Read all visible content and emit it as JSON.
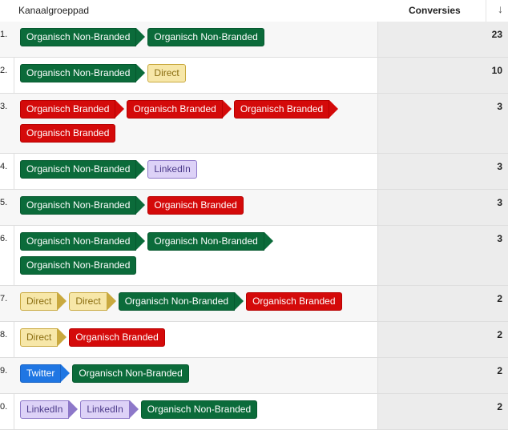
{
  "header": {
    "path_label": "Kanaalgroeppad",
    "conversions_label": "Conversies",
    "sort_icon": "arrow-down-icon"
  },
  "colors": {
    "non_branded": "#0b6b3a",
    "branded": "#d40a0a",
    "direct": "#f7e7a8",
    "linkedin": "#ddd2f7",
    "twitter": "#1f76e3"
  },
  "rows": [
    {
      "index": "1.",
      "conversions": "23",
      "steps": [
        {
          "label": "Organisch Non-Branded",
          "kind": "nb"
        },
        {
          "label": "Organisch Non-Branded",
          "kind": "nb"
        }
      ]
    },
    {
      "index": "2.",
      "conversions": "10",
      "steps": [
        {
          "label": "Organisch Non-Branded",
          "kind": "nb"
        },
        {
          "label": "Direct",
          "kind": "d"
        }
      ]
    },
    {
      "index": "3.",
      "conversions": "3",
      "steps": [
        {
          "label": "Organisch Branded",
          "kind": "b"
        },
        {
          "label": "Organisch Branded",
          "kind": "b"
        },
        {
          "label": "Organisch Branded",
          "kind": "b"
        },
        {
          "label": "Organisch Branded",
          "kind": "b"
        }
      ]
    },
    {
      "index": "4.",
      "conversions": "3",
      "steps": [
        {
          "label": "Organisch Non-Branded",
          "kind": "nb"
        },
        {
          "label": "LinkedIn",
          "kind": "l"
        }
      ]
    },
    {
      "index": "5.",
      "conversions": "3",
      "steps": [
        {
          "label": "Organisch Non-Branded",
          "kind": "nb"
        },
        {
          "label": "Organisch Branded",
          "kind": "b"
        }
      ]
    },
    {
      "index": "6.",
      "conversions": "3",
      "steps": [
        {
          "label": "Organisch Non-Branded",
          "kind": "nb"
        },
        {
          "label": "Organisch Non-Branded",
          "kind": "nb"
        },
        {
          "label": "Organisch Non-Branded",
          "kind": "nb"
        }
      ]
    },
    {
      "index": "7.",
      "conversions": "2",
      "steps": [
        {
          "label": "Direct",
          "kind": "d"
        },
        {
          "label": "Direct",
          "kind": "d"
        },
        {
          "label": "Organisch Non-Branded",
          "kind": "nb"
        },
        {
          "label": "Organisch Branded",
          "kind": "b"
        }
      ]
    },
    {
      "index": "8.",
      "conversions": "2",
      "steps": [
        {
          "label": "Direct",
          "kind": "d"
        },
        {
          "label": "Organisch Branded",
          "kind": "b"
        }
      ]
    },
    {
      "index": "9.",
      "conversions": "2",
      "steps": [
        {
          "label": "Twitter",
          "kind": "t"
        },
        {
          "label": "Organisch Non-Branded",
          "kind": "nb"
        }
      ]
    },
    {
      "index": "0.",
      "conversions": "2",
      "steps": [
        {
          "label": "LinkedIn",
          "kind": "l"
        },
        {
          "label": "LinkedIn",
          "kind": "l"
        },
        {
          "label": "Organisch Non-Branded",
          "kind": "nb"
        }
      ]
    }
  ]
}
